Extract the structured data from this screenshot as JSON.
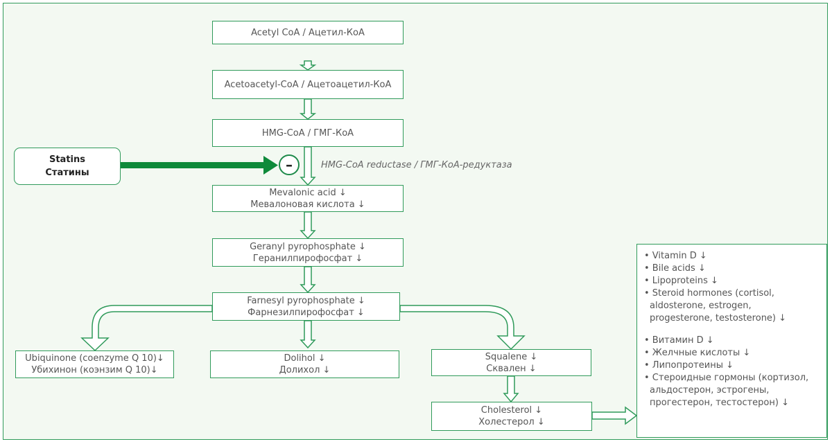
{
  "pathway": {
    "acetyl": "Acetyl CoA / Ацетил-КоА",
    "acetoacetyl": "Acetoacetyl-CoA / Ацетоацетил-КоА",
    "hmg": "HMG-CoA / ГМГ-КоА",
    "mevalonic_en": "Mevalonic acid ↓",
    "mevalonic_ru": "Мевалоновая кислота ↓",
    "geranyl_en": "Geranyl pyrophosphate ↓",
    "geranyl_ru": "Геранилпирофосфат ↓",
    "farnesyl_en": "Farnesyl pyrophosphate ↓",
    "farnesyl_ru": "Фарнезилпирофосфат ↓",
    "ubiquinone_en": "Ubiquinone (coenzyme Q 10)↓",
    "ubiquinone_ru": "Убихинон (коэнзим Q 10)↓",
    "dolihol_en": "Dolihol ↓",
    "dolihol_ru": "Долихол ↓",
    "squalene_en": "Squalene ↓",
    "squalene_ru": "Сквален ↓",
    "cholesterol_en": "Cholesterol ↓",
    "cholesterol_ru": "Холестерол ↓"
  },
  "statins": {
    "en": "Statins",
    "ru": "Статины",
    "inhibition_symbol": "–"
  },
  "enzyme": "HMG-CoA reductase / ГМГ-КоА-редуктаза",
  "effects": {
    "en": [
      "• Vitamin D ↓",
      "• Bile acids ↓",
      "• Lipoproteins ↓",
      "• Steroid hormones (cortisol,",
      "  aldosterone, estrogen,",
      "  progesterone, testosterone) ↓"
    ],
    "ru": [
      "• Витамин D ↓",
      "• Желчные кислоты ↓",
      "• Липопротеины ↓",
      "• Стероидные гормоны (кортизол,",
      "  альдостерон, эстрогены,",
      "  прогестерон, тестостерон) ↓"
    ]
  },
  "colors": {
    "border": "#2f9a5a",
    "statin_arrow": "#0e8a3a",
    "background": "#f3f9f2"
  }
}
